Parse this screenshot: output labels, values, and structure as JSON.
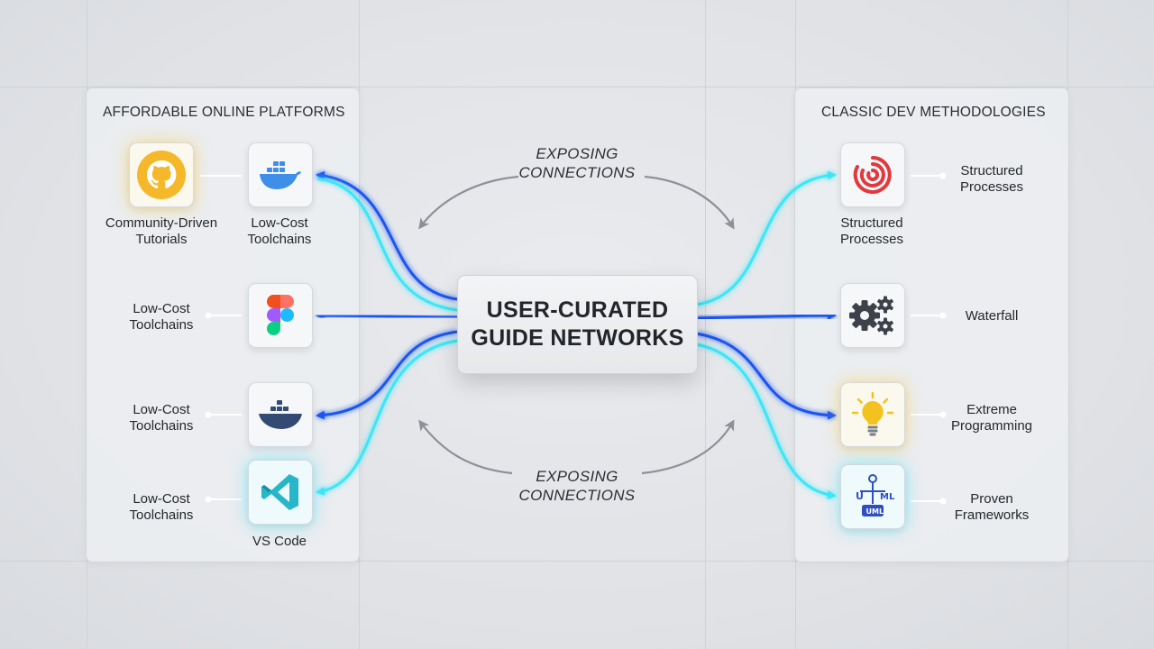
{
  "center": {
    "title": "USER-CURATED\nGUIDE NETWORKS"
  },
  "left_panel": {
    "title": "AFFORDABLE ONLINE PLATFORMS",
    "top_left_label": "Community-Driven\nTutorials",
    "top_left_icon": "github-icon",
    "items": [
      {
        "label": "Low-Cost\nToolchains",
        "icon": "docker-icon"
      },
      {
        "label": "Low-Cost\nToolchains",
        "icon": "figma-icon"
      },
      {
        "label": "Low-Cost\nToolchains",
        "icon": "docker-icon"
      },
      {
        "label": "Low-Cost\nToolchains",
        "icon": "vscode-icon"
      }
    ],
    "top_tile_label": "Low-Cost\nToolchains",
    "bottom_tile_label": "VS Code"
  },
  "right_panel": {
    "title": "CLASSIC DEV METHODOLOGIES",
    "top_tile_label": "Structured\nProcesses",
    "items": [
      {
        "label": "Structured\nProcesses",
        "icon": "spiral-icon"
      },
      {
        "label": "Waterfall",
        "icon": "gears-icon"
      },
      {
        "label": "Extreme\nProgramming",
        "icon": "lightbulb-icon"
      },
      {
        "label": "Proven\nFrameworks",
        "icon": "uml-icon"
      }
    ]
  },
  "annotations": {
    "top": "EXPOSING\nCONNECTIONS",
    "bottom": "EXPOSING\nCONNECTIONS"
  },
  "colors": {
    "blue": "#1f56f0",
    "cyan": "#3ee6f7",
    "arrow_gray": "#8d9197",
    "github_yellow": "#f5b82a",
    "docker_blue": "#3f8ee8",
    "docker_dark": "#334a73",
    "vscode_teal": "#27b7c9",
    "spiral_red": "#e0393e",
    "gear_dark": "#3c414a",
    "bulb_yellow": "#f4c21f"
  }
}
